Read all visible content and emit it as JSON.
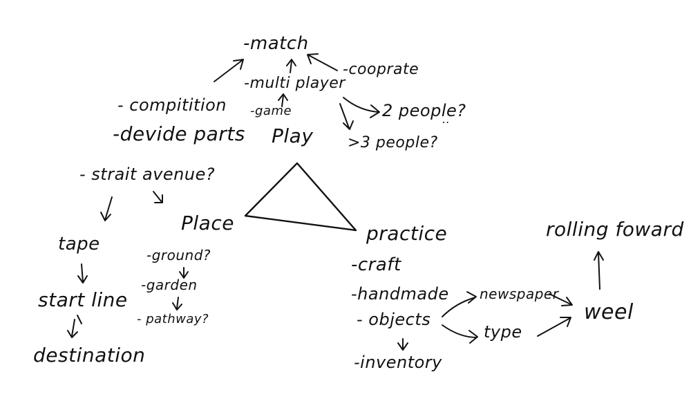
{
  "top_cluster": {
    "match": "-match",
    "cooprate": "-cooprate",
    "multi_player": "-multi player",
    "game": "-game",
    "play": "Play",
    "two_people": "2 people?",
    "three_people": ">3 people?",
    "trailing_dots": ".."
  },
  "left_top": {
    "compitition": "- compitition",
    "devide_parts": "-devide parts"
  },
  "place_cluster": {
    "strait_avenue": "- strait avenue?",
    "place": "Place",
    "ground": "-ground?",
    "garden": "-garden",
    "pathway": "- pathway?"
  },
  "tape_cluster": {
    "tape": "tape",
    "start_line": "start line",
    "destination": "destination"
  },
  "practice_cluster": {
    "practice": "practice",
    "craft": "-craft",
    "handmade": "-handmade",
    "objects": "- objects",
    "inventory": "-inventory",
    "newspaper": "newspaper",
    "type": "type",
    "weel": "weel",
    "rolling_forward": "rolling foward"
  },
  "colors": {
    "ink": "#111111",
    "background": "#ffffff"
  }
}
